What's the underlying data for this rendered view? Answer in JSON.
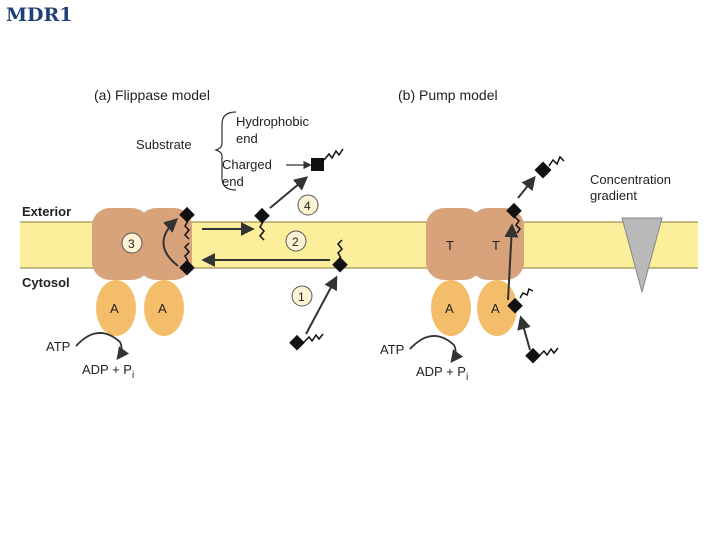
{
  "title": "MDR1",
  "diagram": {
    "panel_a_label": "(a)  Flippase model",
    "panel_b_label": "(b)  Pump model",
    "substrate": "Substrate",
    "hydrophobic_line1": "Hydrophobic",
    "hydrophobic_line2": "end",
    "charged_line1": "Charged",
    "charged_line2": "end",
    "exterior": "Exterior",
    "cytosol": "Cytosol",
    "concentration_line1": "Concentration",
    "concentration_line2": "gradient",
    "subunit_a": "A",
    "subunit_t": "T",
    "atp": "ATP",
    "adp": "ADP + P",
    "pi_sub": "i",
    "steps": [
      "1",
      "2",
      "3",
      "4"
    ]
  },
  "colors": {
    "membrane": "#fcef9c",
    "transmembrane": "#d8a27a",
    "atpase": "#f4bd6a",
    "title": "#1f3f7a",
    "gradient": "#b9b9b9"
  }
}
